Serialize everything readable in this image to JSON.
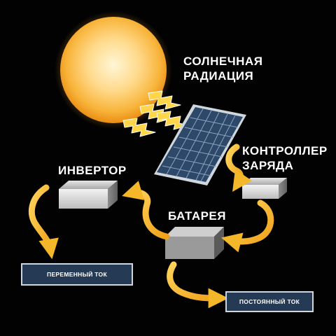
{
  "labels": {
    "solar_radiation": "СОЛНЕЧНАЯ РАДИАЦИЯ",
    "controller": "КОНТРОЛЛЕР ЗАРЯДА",
    "inverter": "ИНВЕРТОР",
    "battery": "БАТАРЕЯ"
  },
  "outputs": {
    "ac_current": "ПЕРЕМЕННЫЙ ТОК",
    "dc_current": "ПОСТОЯННЫЙ ТОК"
  },
  "colors": {
    "background": "#020202",
    "sun": "#f6b23a",
    "arrow": "#f5b72a",
    "panel": "#2d4868",
    "output_box": "#243a55"
  },
  "icons": [
    "sun-icon",
    "solar-panel-icon",
    "lightning-icon",
    "device-box-icon",
    "curved-arrow-icon"
  ]
}
